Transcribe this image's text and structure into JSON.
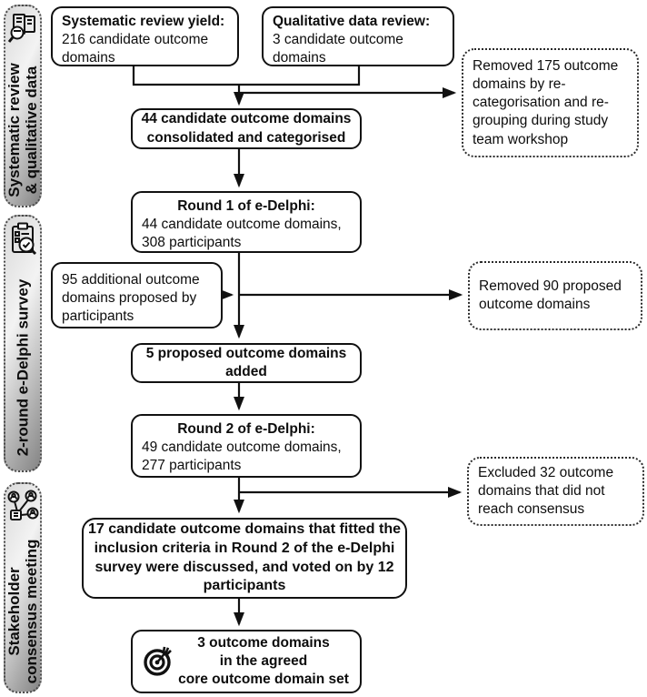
{
  "sidebar": {
    "sections": [
      {
        "icon": "literature-search-icon",
        "label": "Systematic review\n& qualitative data"
      },
      {
        "icon": "survey-review-icon",
        "label": "2-round e-Delphi survey"
      },
      {
        "icon": "stakeholder-network-icon",
        "label": "Stakeholder\nconsensus meeting"
      }
    ]
  },
  "boxes": {
    "systematic_review_yield": {
      "title": "Systematic review yield:",
      "body": "216 candidate outcome\ndomains"
    },
    "qualitative_data_review": {
      "title": "Qualitative data review:",
      "body": "3 candidate outcome\ndomains"
    },
    "removed_175": {
      "body": "Removed 175 outcome\ndomains by re-\ncategorisation and re-\ngrouping during study\nteam workshop"
    },
    "consolidated_44": {
      "body": "44 candidate outcome domains\nconsolidated and categorised"
    },
    "round1": {
      "title": "Round 1 of e-Delphi:",
      "body": "44 candidate outcome domains,\n308 participants"
    },
    "proposed_95": {
      "body": "95 additional outcome\ndomains proposed by\nparticipants"
    },
    "removed_90": {
      "body": "Removed 90 proposed\noutcome domains"
    },
    "added_5": {
      "body": "5 proposed outcome domains\nadded"
    },
    "round2": {
      "title": "Round 2 of e-Delphi:",
      "body": "49 candidate outcome domains,\n277 participants"
    },
    "excluded_32": {
      "body": "Excluded 32 outcome\ndomains that did not\nreach consensus"
    },
    "discussed_17": {
      "body": "17 candidate outcome domains that fitted the\ninclusion criteria in Round 2 of the e-Delphi\nsurvey were discussed, and voted on by 12\nparticipants"
    },
    "core_set_3": {
      "body": "3 outcome domains\nin the agreed\ncore outcome domain set"
    }
  },
  "colors": {
    "line": "#111111",
    "box_border": "#111111",
    "dotted_border": "#2a2a2a",
    "sidebar_light": "#f3f3f3",
    "sidebar_dark": "#848484",
    "background": "#ffffff",
    "text": "#0d0d0d"
  }
}
